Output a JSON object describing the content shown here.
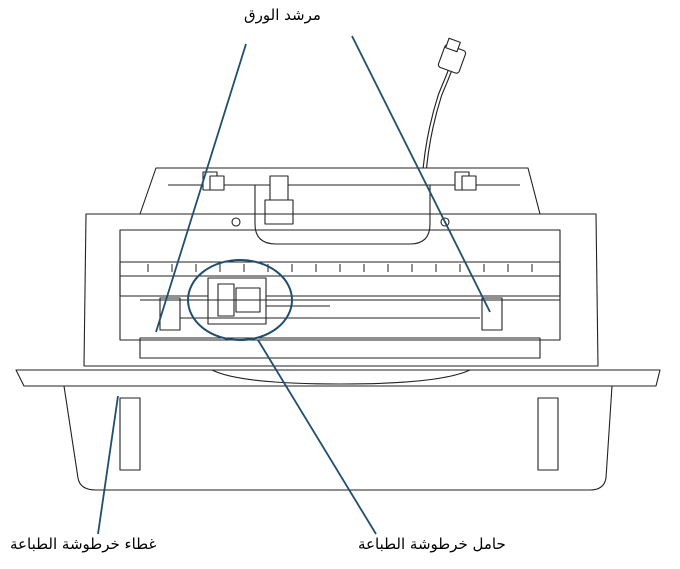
{
  "labels": {
    "paper_guide": "مرشد الورق",
    "print_cartridge_cover": "غطاء خرطوشة الطباعة",
    "print_cartridge_holder": "حامل خرطوشة الطباعة"
  },
  "colors": {
    "leader_line": "#1f4e6e",
    "outline": "#222222",
    "background": "#ffffff"
  }
}
